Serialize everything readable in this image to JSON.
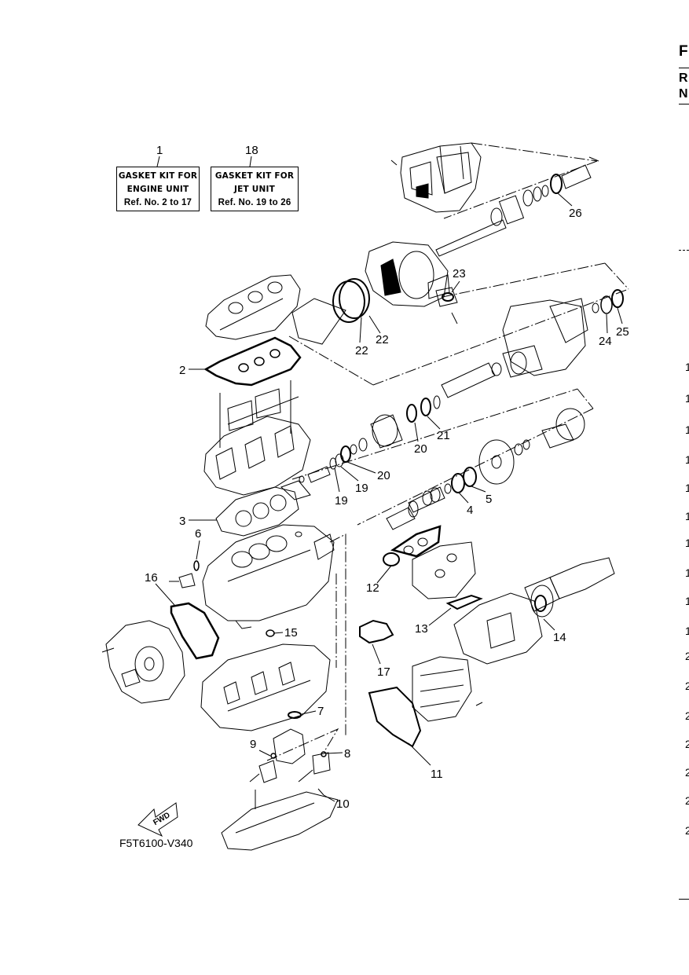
{
  "kits": [
    {
      "ref": "1",
      "lines": [
        "GASKET KIT FOR",
        "ENGINE UNIT",
        "Ref. No. 2 to 17"
      ]
    },
    {
      "ref": "18",
      "lines": [
        "GASKET KIT FOR",
        "JET UNIT",
        "Ref. No. 19 to 26"
      ]
    }
  ],
  "callouts": [
    "2",
    "3",
    "4",
    "5",
    "6",
    "7",
    "8",
    "9",
    "10",
    "11",
    "12",
    "13",
    "14",
    "15",
    "16",
    "17",
    "19",
    "19",
    "20",
    "20",
    "21",
    "22",
    "22",
    "23",
    "24",
    "25",
    "26"
  ],
  "fwd_label": "FWD",
  "diagram_code": "F5T6100-V340",
  "right_edge": {
    "letters": [
      "F",
      "R",
      "N"
    ],
    "numbers": [
      "1",
      "1",
      "1",
      "1",
      "1",
      "1",
      "1",
      "1",
      "1",
      "1",
      "2",
      "2",
      "2",
      "2",
      "2",
      "2",
      "2"
    ]
  }
}
